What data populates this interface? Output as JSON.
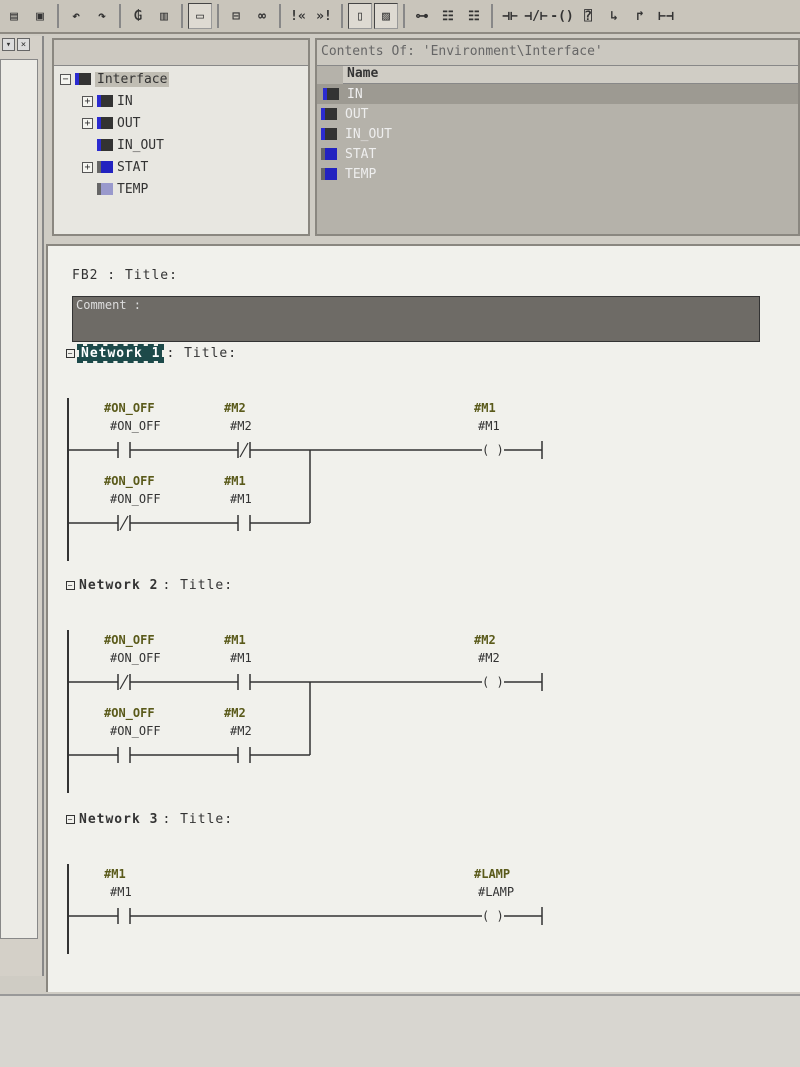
{
  "toolbar": {
    "icons": [
      "print-icon",
      "paste-icon",
      "undo-icon",
      "redo-icon",
      "compile-icon",
      "download-icon",
      "overview-icon",
      "network-icon",
      "monitor-icon",
      "prev-error-icon",
      "next-error-icon",
      "view-icon",
      "detail-icon",
      "new-network-icon",
      "branch-icon",
      "close-branch-icon",
      "no-contact-icon",
      "nc-contact-icon",
      "coil-icon",
      "box-icon",
      "open-branch-icon",
      "close-branch-arrow-icon",
      "connection-icon"
    ]
  },
  "interface_tree": {
    "root": "Interface",
    "items": [
      {
        "label": "IN",
        "expand": true,
        "icon": "in"
      },
      {
        "label": "OUT",
        "expand": true,
        "icon": "out"
      },
      {
        "label": "IN_OUT",
        "expand": false,
        "icon": "inout"
      },
      {
        "label": "STAT",
        "expand": true,
        "icon": "stat"
      },
      {
        "label": "TEMP",
        "expand": false,
        "icon": "temp"
      }
    ]
  },
  "contents": {
    "title": "Contents Of: 'Environment\\Interface'",
    "column": "Name",
    "rows": [
      "IN",
      "OUT",
      "IN_OUT",
      "STAT",
      "TEMP"
    ]
  },
  "editor": {
    "fb_title": "FB2 : Title:",
    "comment": "Comment :",
    "networks": [
      {
        "label": "Network 1",
        "title": ": Title:",
        "selected": true,
        "rungs": [
          [
            {
              "type": "NO",
              "sym": "#ON_OFF",
              "addr": "#ON_OFF"
            },
            {
              "type": "NC",
              "sym": "#M2",
              "addr": "#M2"
            }
          ],
          [
            {
              "type": "NC",
              "sym": "#ON_OFF",
              "addr": "#ON_OFF"
            },
            {
              "type": "NO",
              "sym": "#M1",
              "addr": "#M1"
            }
          ]
        ],
        "coil": {
          "sym": "#M1",
          "addr": "#M1"
        }
      },
      {
        "label": "Network 2",
        "title": ": Title:",
        "selected": false,
        "rungs": [
          [
            {
              "type": "NC",
              "sym": "#ON_OFF",
              "addr": "#ON_OFF"
            },
            {
              "type": "NO",
              "sym": "#M1",
              "addr": "#M1"
            }
          ],
          [
            {
              "type": "NO",
              "sym": "#ON_OFF",
              "addr": "#ON_OFF"
            },
            {
              "type": "NO",
              "sym": "#M2",
              "addr": "#M2"
            }
          ]
        ],
        "coil": {
          "sym": "#M2",
          "addr": "#M2"
        }
      },
      {
        "label": "Network 3",
        "title": ": Title:",
        "selected": false,
        "rungs": [
          [
            {
              "type": "NO",
              "sym": "#M1",
              "addr": "#M1"
            }
          ]
        ],
        "coil": {
          "sym": "#LAMP",
          "addr": "#LAMP"
        }
      }
    ]
  }
}
